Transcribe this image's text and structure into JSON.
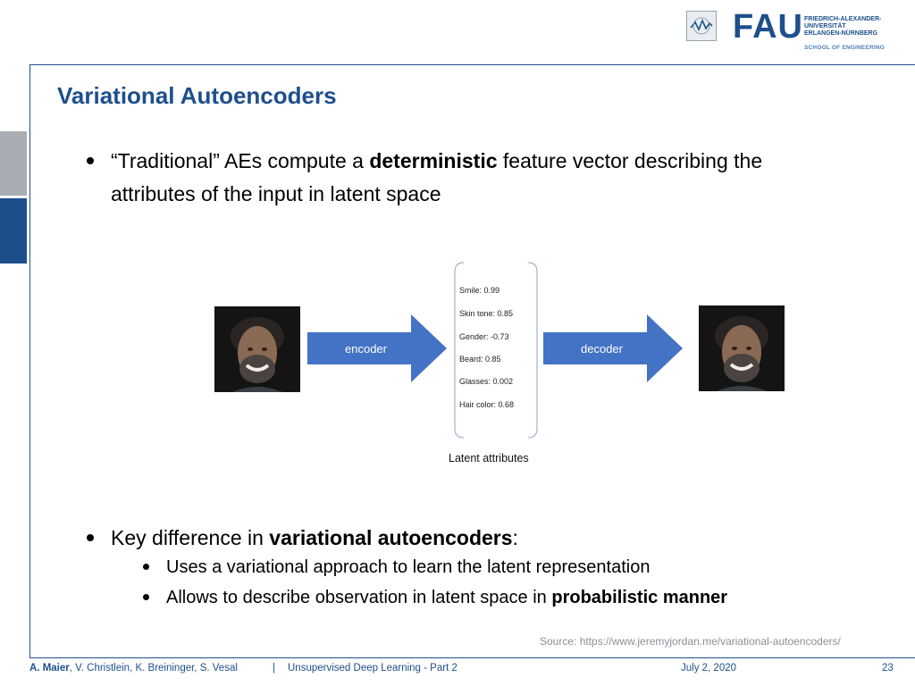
{
  "header": {
    "logo_wordmark": "FAU",
    "university_lines": [
      "FRIEDRICH-ALEXANDER-",
      "UNIVERSITÄT",
      "ERLANGEN-NÜRNBERG"
    ],
    "school": "SCHOOL OF ENGINEERING"
  },
  "slide": {
    "title": "Variational Autoencoders",
    "bullet1": {
      "pre": "“Traditional” AEs compute a ",
      "bold": "deterministic",
      "post": " feature vector describing the",
      "line2": "attributes of the input in latent space"
    },
    "figure": {
      "encoder_label": "encoder",
      "decoder_label": "decoder",
      "attributes": [
        "Smile: 0.99",
        "Skin tone: 0.85",
        "Gender: -0.73",
        "Beard: 0.85",
        "Glasses: 0.002",
        "Hair color: 0.68"
      ],
      "caption": "Latent attributes"
    },
    "bullet2": {
      "pre": "Key difference in ",
      "bold": "variational autoencoders",
      "post": ":"
    },
    "sub1": "Uses a variational approach to learn the latent representation",
    "sub2": {
      "pre": "Allows to describe observation in latent space in ",
      "bold": "probabilistic manner"
    },
    "source": "Source: https://www.jeremyjordan.me/variational-autoencoders/"
  },
  "footer": {
    "author_bold": "A. Maier",
    "authors_rest": ", V. Christlein, K. Breininger, S. Vesal",
    "separator": "|",
    "course": "Unsupervised Deep Learning - Part 2",
    "date": "July 2, 2020",
    "page": "23"
  },
  "colors": {
    "brand_blue": "#1d4f8c",
    "arrow_blue": "#4472c4",
    "side_gray": "#a7adb3"
  }
}
